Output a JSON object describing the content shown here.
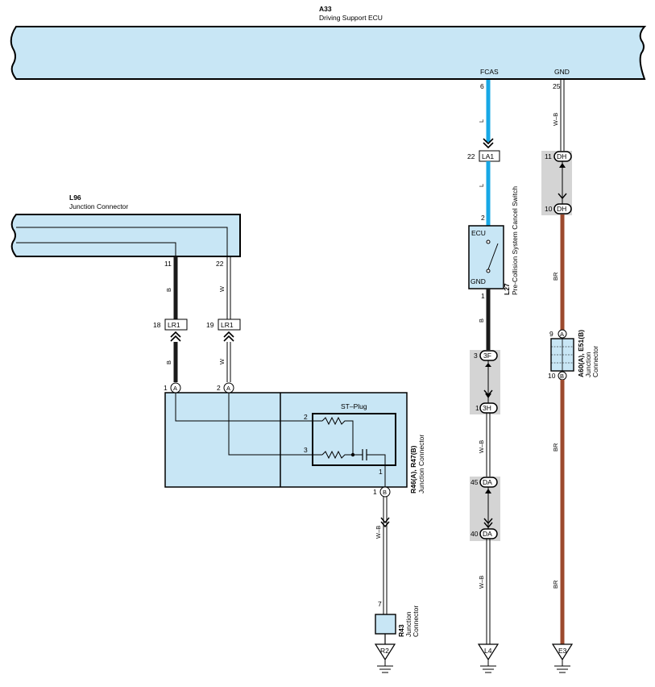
{
  "colors": {
    "component_fill": "#c8e6f5",
    "shade": "#d4d4d4",
    "wire_blue": "#17a8e6",
    "wire_brown": "#9c4a2e",
    "wire_black": "#1a1a1a"
  },
  "ecu": {
    "id": "A33",
    "name": "Driving Support ECU",
    "pin_fcas": "FCAS",
    "pin_gnd": "GND",
    "fcas_pin_num": "6",
    "gnd_pin_num": "25"
  },
  "wires": {
    "l": "L",
    "w_b": "W–B",
    "b": "B",
    "w": "W",
    "br": "BR"
  },
  "l96": {
    "id": "L96",
    "name": "Junction Connector",
    "pin_b": "11",
    "pin_w": "22"
  },
  "connectors": {
    "la1_pin": "22",
    "la1": "LA1",
    "lr1_left_pin": "18",
    "lr1_right_pin": "19",
    "lr1": "LR1",
    "dh_top_pin": "11",
    "dh_bottom_pin": "10",
    "dh": "DH"
  },
  "l27": {
    "id": "L27",
    "name": "Pre-Collision System Cancel Switch",
    "pin_top": "2",
    "pin_bottom": "1",
    "label_ecu": "ECU",
    "label_gnd": "GND"
  },
  "a60": {
    "id": "A60(A), E51(B)",
    "name1": "Junction",
    "name2": "Connector",
    "pin_top": "9",
    "pin_bottom": "10",
    "mark_top": "A",
    "mark_bottom": "B"
  },
  "r46": {
    "id": "R46(A), R47(B)",
    "name": "Junction Connector",
    "pin_a1": "1",
    "pin_a2": "2",
    "mark_a": "A",
    "stplug": "ST–Plug",
    "pin_2": "2",
    "pin_3": "3",
    "pin_out": "1",
    "pin_b1": "1",
    "mark_b": "B"
  },
  "three": {
    "f_pin": "3",
    "f": "3F",
    "h_pin": "1",
    "h": "3H"
  },
  "da": {
    "top_pin": "45",
    "bottom_pin": "40",
    "label": "DA"
  },
  "r43": {
    "id": "R43",
    "name1": "Junction",
    "name2": "Connector",
    "pin": "7"
  },
  "grounds": {
    "r2": "R2",
    "l4": "L4",
    "e3": "E3"
  }
}
